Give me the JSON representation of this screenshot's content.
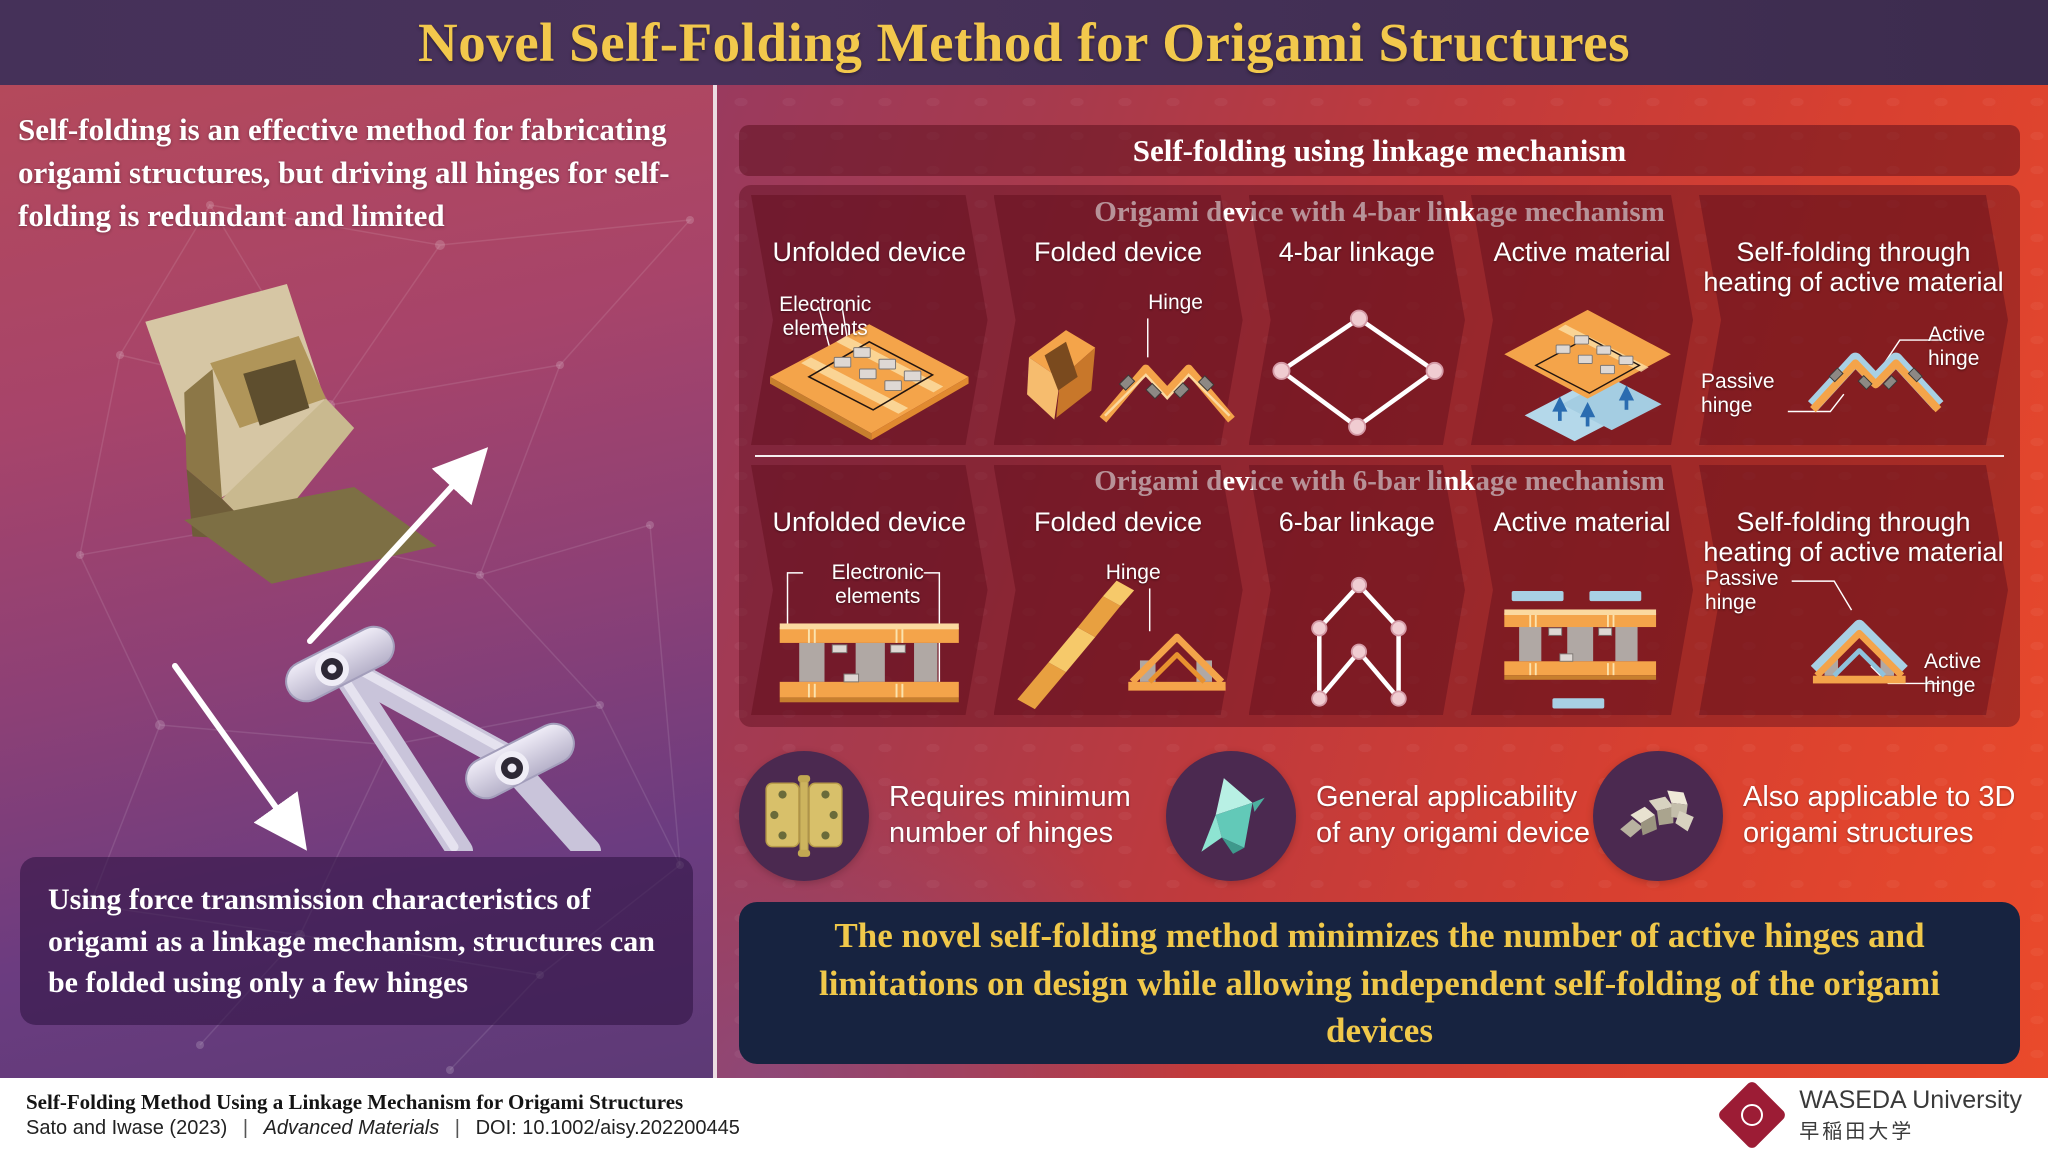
{
  "title": "Novel Self-Folding Method for Origami Structures",
  "left_panel": {
    "intro": "Self-folding is an effective method for fabricating origami structures, but driving all hinges for self-folding is redundant and limited",
    "note": "Using force transmission characteristics of origami as a linkage mechanism, structures can be folded using only a few hinges"
  },
  "right_panel": {
    "header": "Self-folding using linkage mechanism",
    "sections": [
      {
        "title": "Origami device with 4-bar linkage mechanism",
        "steps": [
          {
            "label": "Unfolded device",
            "annotation": "Electronic elements"
          },
          {
            "label": "Folded device",
            "annotation": "Hinge"
          },
          {
            "label": "4-bar linkage"
          },
          {
            "label": "Active material"
          },
          {
            "label": "Self-folding through heating of active material",
            "annotation_passive": "Passive hinge",
            "annotation_active": "Active hinge"
          }
        ]
      },
      {
        "title": "Origami device with 6-bar linkage mechanism",
        "steps": [
          {
            "label": "Unfolded device",
            "annotation": "Electronic elements"
          },
          {
            "label": "Folded device",
            "annotation": "Hinge"
          },
          {
            "label": "6-bar linkage"
          },
          {
            "label": "Active material"
          },
          {
            "label": "Self-folding through heating of active material",
            "annotation_passive": "Passive hinge",
            "annotation_active": "Active hinge"
          }
        ]
      }
    ],
    "benefits": [
      {
        "icon": "hinge-icon",
        "text": "Requires minimum number of hinges"
      },
      {
        "icon": "origami-bird-icon",
        "text": "General applicability of any origami device"
      },
      {
        "icon": "origami-3d-icon",
        "text": "Also applicable to 3D origami structures"
      }
    ],
    "conclusion": "The novel self-folding method minimizes the number of active hinges and limitations on design while allowing independent self-folding of the origami devices"
  },
  "footer": {
    "paper_title": "Self-Folding Method Using a Linkage Mechanism for Origami Structures",
    "authors": "Sato and Iwase (2023)",
    "journal": "Advanced Materials",
    "doi": "DOI: 10.1002/aisy.202200445",
    "separator": "|",
    "university_en": "WASEDA University",
    "university_jp": "早稲田大学"
  },
  "colors": {
    "accent_yellow": "#f2c84c",
    "banner_purple": "#453159",
    "panel_orange": "#ea4a2b",
    "left_purple": "#6b3c80",
    "conclusion_navy": "#172340",
    "pcb_orange": "#f4a44a",
    "active_blue": "#b4d8ea"
  }
}
